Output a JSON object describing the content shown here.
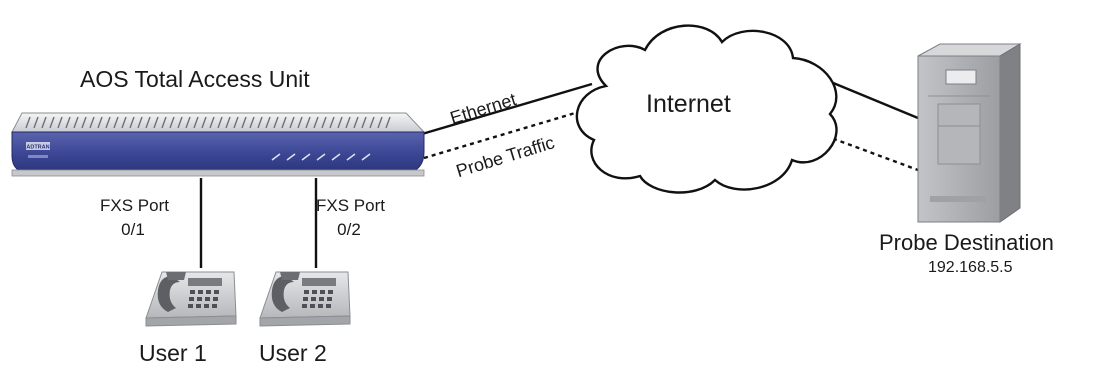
{
  "device": {
    "title": "AOS Total Access Unit",
    "logo_text": "ADTRAN"
  },
  "ports": [
    {
      "name": "FXS Port",
      "number": "0/1"
    },
    {
      "name": "FXS Port",
      "number": "0/2"
    }
  ],
  "users": [
    {
      "label": "User 1"
    },
    {
      "label": "User 2"
    }
  ],
  "links": {
    "ethernet": "Ethernet",
    "probe": "Probe Traffic"
  },
  "cloud": {
    "label": "Internet"
  },
  "destination": {
    "name": "Probe Destination",
    "ip": "192.168.5.5"
  },
  "colors": {
    "chassis_blue": "#3c4796",
    "chassis_silver": "#d2d4d8",
    "server_gray": "#a9abae",
    "line": "#111111"
  }
}
